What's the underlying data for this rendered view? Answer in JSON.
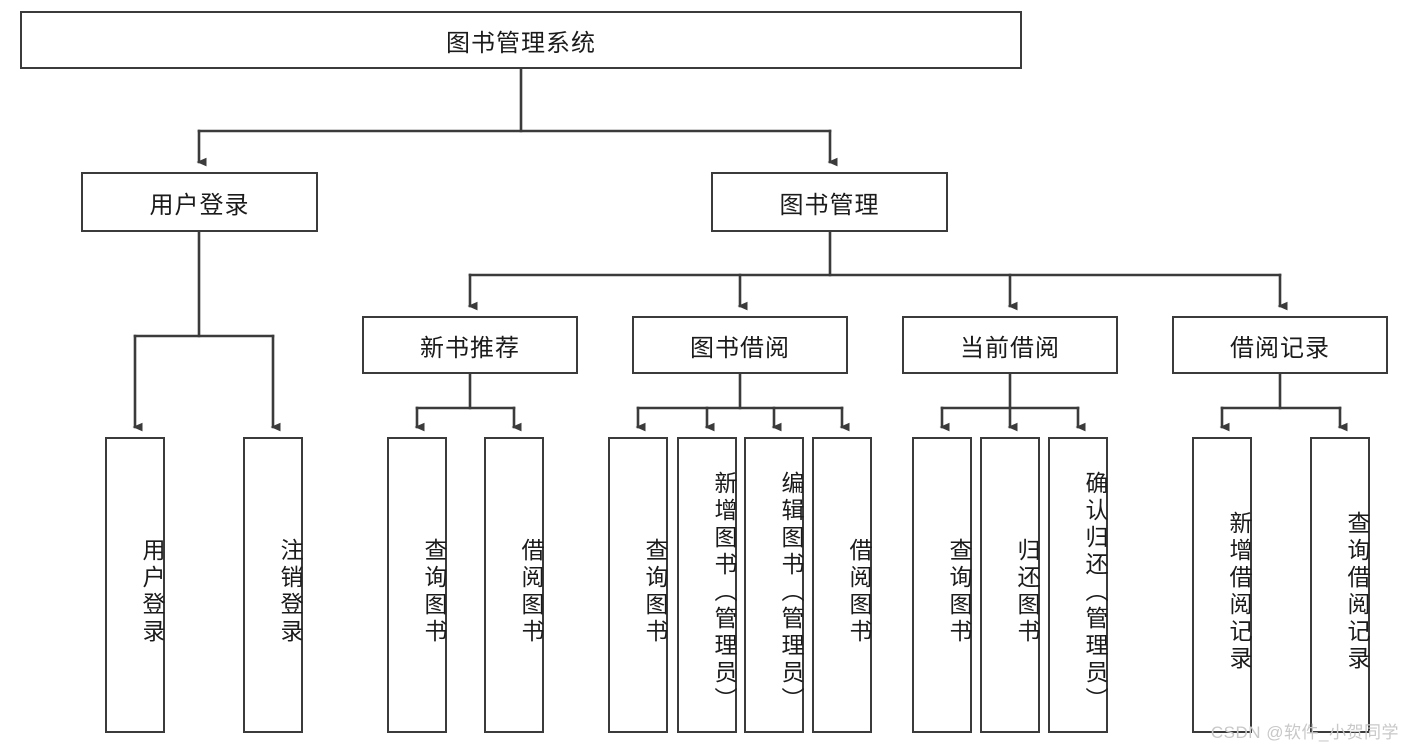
{
  "diagram": {
    "title": "图书管理系统",
    "watermark": "CSDN @软件_小贺同学",
    "colors": {
      "box_border": "#3b3b3b",
      "box_fill": "#ffffff",
      "edge": "#3b3b3b",
      "text": "#1b1b1b",
      "watermark": "#c8c8c8",
      "background": "#ffffff"
    },
    "levels": {
      "root": {
        "label": "图书管理系统"
      },
      "level2": [
        {
          "label": "用户登录"
        },
        {
          "label": "图书管理"
        }
      ],
      "level3": [
        {
          "label": "新书推荐"
        },
        {
          "label": "图书借阅"
        },
        {
          "label": "当前借阅"
        },
        {
          "label": "借阅记录"
        }
      ],
      "leaves": [
        {
          "label": "用户登录",
          "parent": "用户登录"
        },
        {
          "label": "注销登录",
          "parent": "用户登录"
        },
        {
          "label": "查询图书",
          "parent": "新书推荐"
        },
        {
          "label": "借阅图书",
          "parent": "新书推荐"
        },
        {
          "label": "查询图书",
          "parent": "图书借阅"
        },
        {
          "label": "新增图书（管理员）",
          "parent": "图书借阅"
        },
        {
          "label": "编辑图书（管理员）",
          "parent": "图书借阅"
        },
        {
          "label": "借阅图书",
          "parent": "图书借阅"
        },
        {
          "label": "查询图书",
          "parent": "当前借阅"
        },
        {
          "label": "归还图书",
          "parent": "当前借阅"
        },
        {
          "label": "确认归还（管理员）",
          "parent": "当前借阅"
        },
        {
          "label": "新增借阅记录",
          "parent": "借阅记录"
        },
        {
          "label": "查询借阅记录",
          "parent": "借阅记录"
        }
      ]
    }
  }
}
